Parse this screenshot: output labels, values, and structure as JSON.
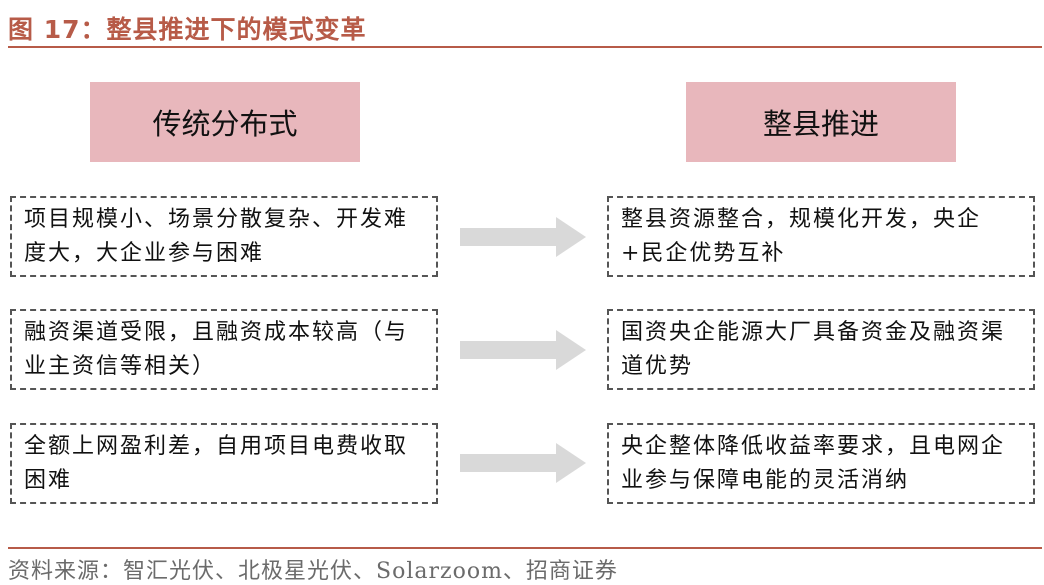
{
  "title": "图 17：整县推进下的模式变革",
  "headers": {
    "left": "传统分布式",
    "right": "整县推进"
  },
  "rows": [
    {
      "left": "项目规模小、场景分散复杂、开发难度大，大企业参与困难",
      "right": "整县资源整合，规模化开发，央企+民企优势互补"
    },
    {
      "left": "融资渠道受限，且融资成本较高（与业主资信等相关）",
      "right": "国资央企能源大厂具备资金及融资渠道优势"
    },
    {
      "left": "全额上网盈利差，自用项目电费收取困难",
      "right": "央企整体降低收益率要求，且电网企业参与保障电能的灵活消纳"
    }
  ],
  "source": "资料来源：智汇光伏、北极星光伏、Solarzoom、招商证券",
  "colors": {
    "accent": "#b75b48",
    "header_fill": "#e8b7bc",
    "arrow": "#d9d9d9"
  }
}
